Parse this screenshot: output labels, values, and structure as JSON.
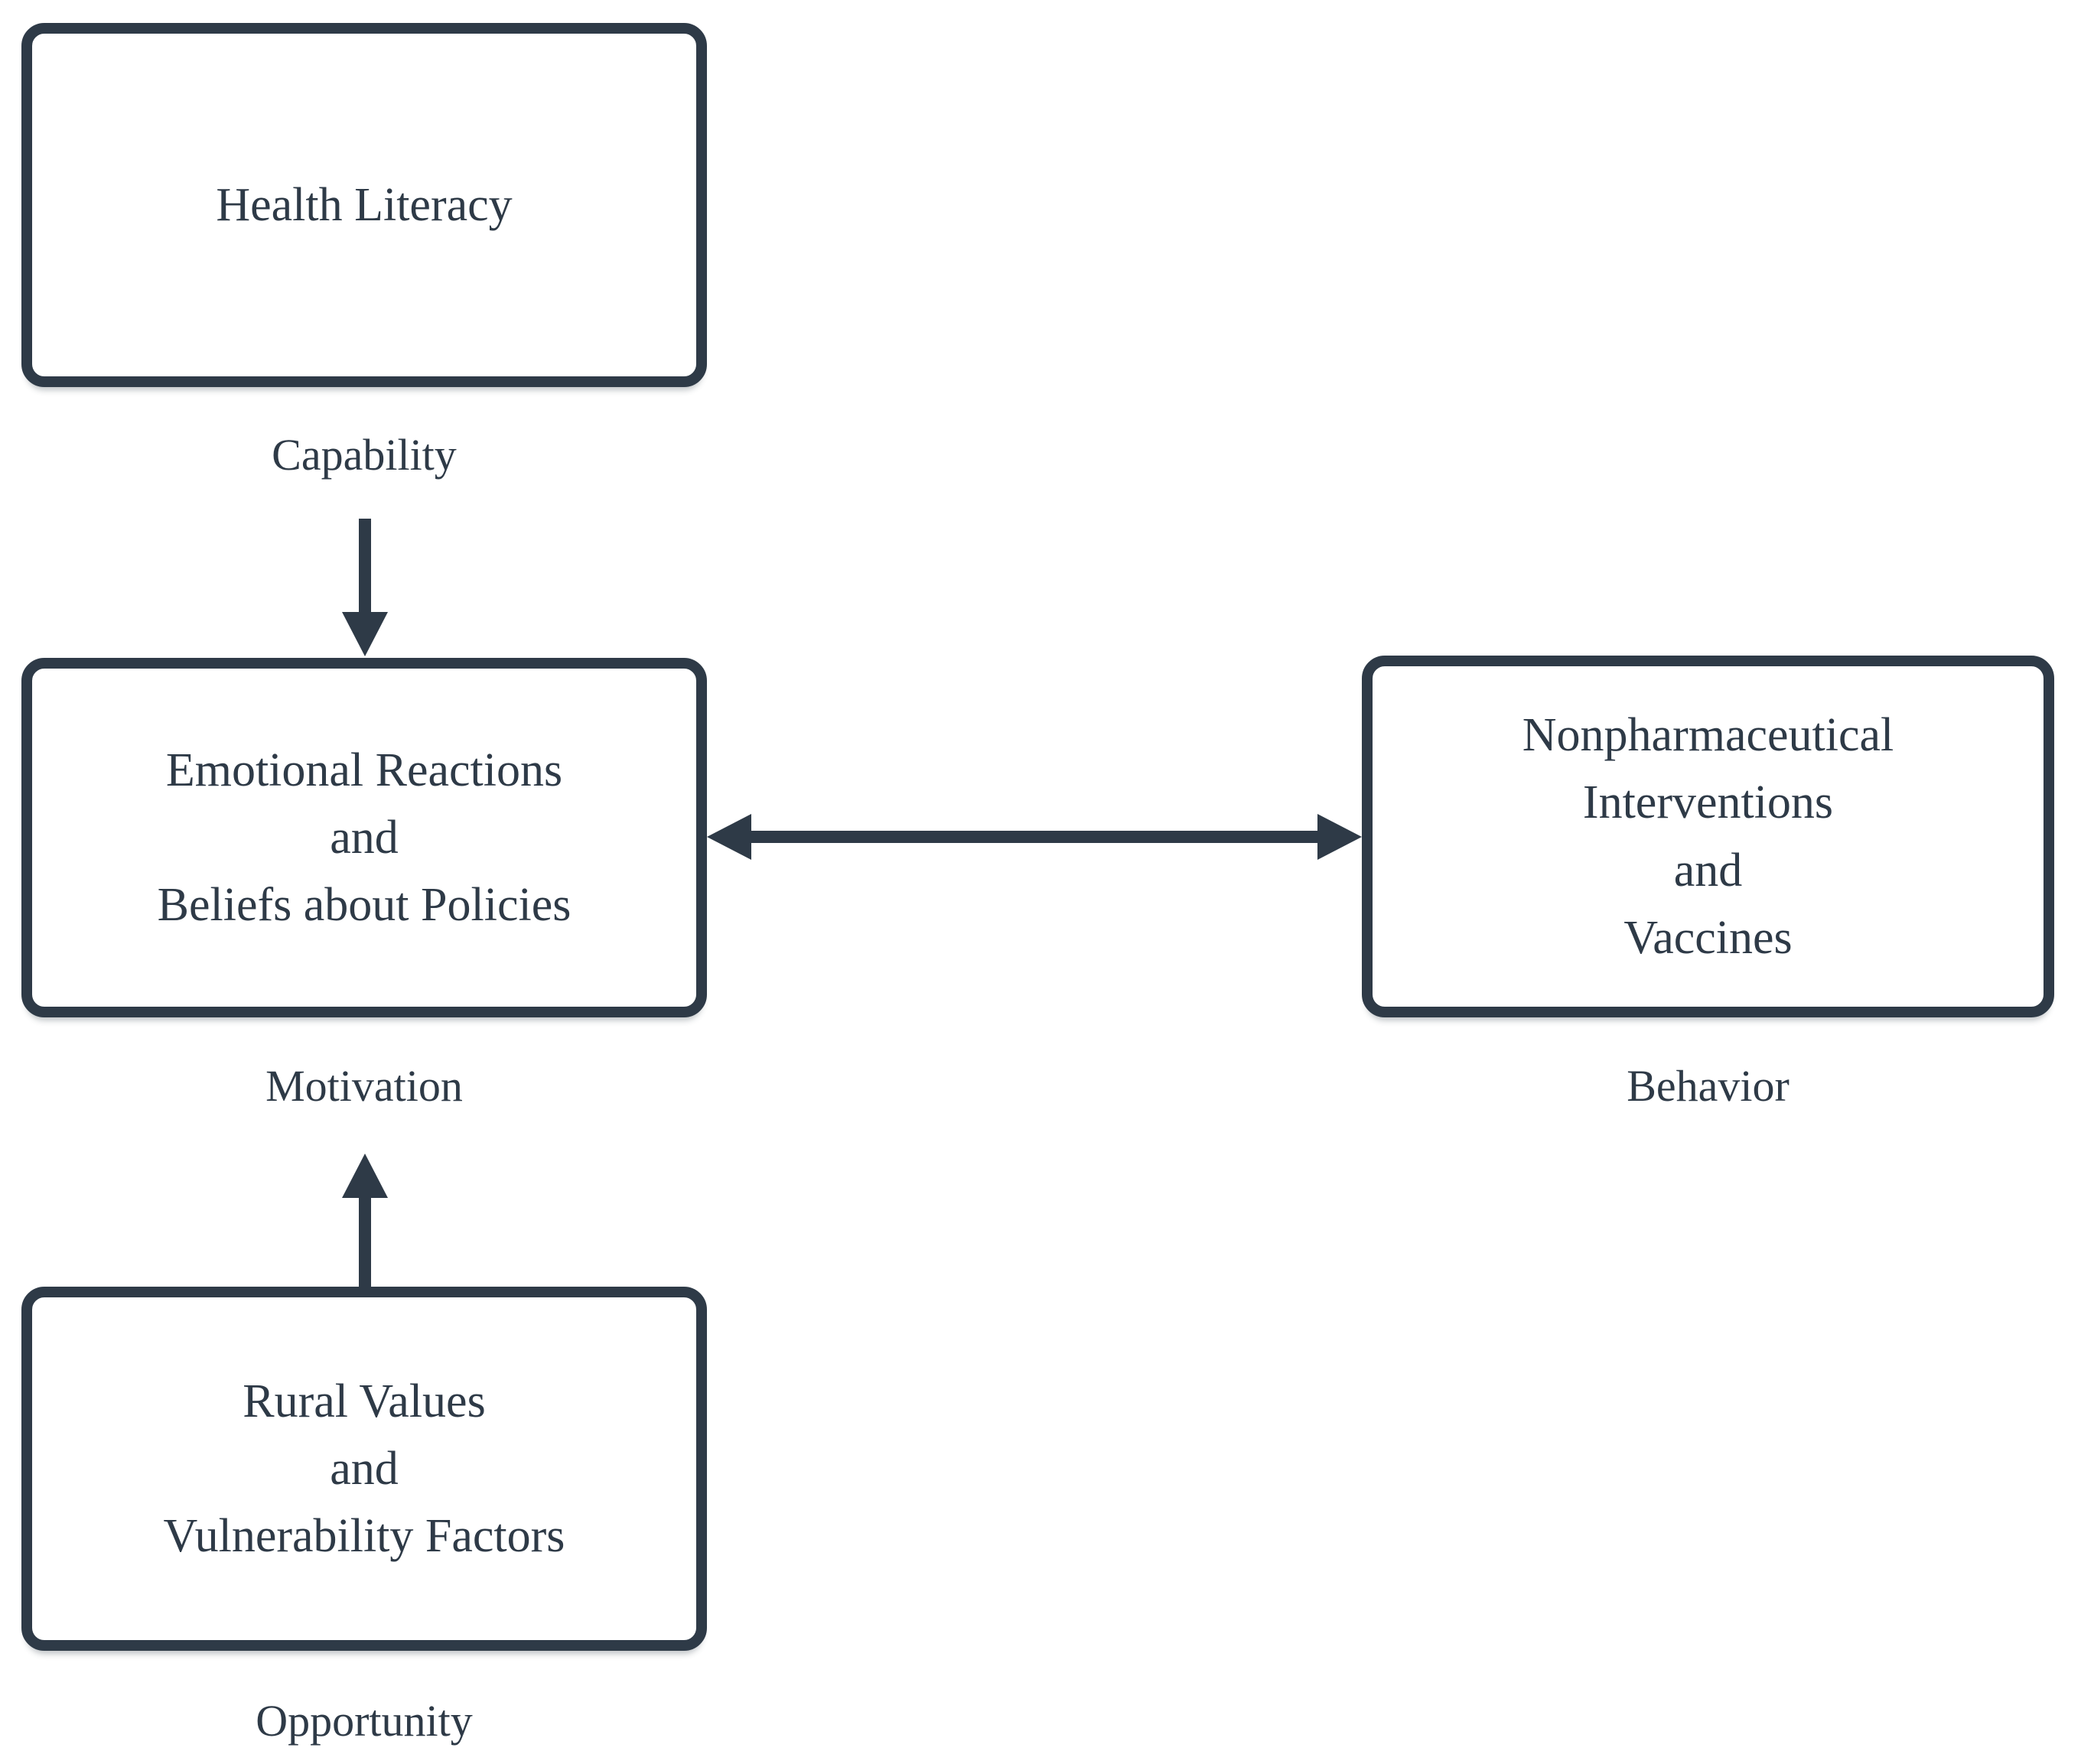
{
  "diagram": {
    "model": "COM-B style behavior model diagram",
    "colors": {
      "ink": "#2e3a47",
      "background": "#ffffff"
    },
    "boxes": {
      "health_literacy": {
        "text": "Health Literacy",
        "label": "Capability"
      },
      "emotional": {
        "text": "Emotional Reactions\nand\nBeliefs about Policies",
        "label": "Motivation"
      },
      "rural": {
        "text": "Rural Values\nand\nVulnerability Factors",
        "label": "Opportunity"
      },
      "npi": {
        "text": "Nonpharmaceutical\nInterventions\nand\nVaccines",
        "label": "Behavior"
      }
    },
    "edges": [
      {
        "from": "Health Literacy (Capability)",
        "to": "Emotional Reactions and Beliefs about Policies (Motivation)",
        "direction": "down",
        "style": "single-arrow"
      },
      {
        "from": "Rural Values and Vulnerability Factors (Opportunity)",
        "to": "Emotional Reactions and Beliefs about Policies (Motivation)",
        "direction": "up",
        "style": "single-arrow"
      },
      {
        "from": "Emotional Reactions and Beliefs about Policies (Motivation)",
        "to": "Nonpharmaceutical Interventions and Vaccines (Behavior)",
        "direction": "both",
        "style": "double-arrow"
      }
    ]
  }
}
